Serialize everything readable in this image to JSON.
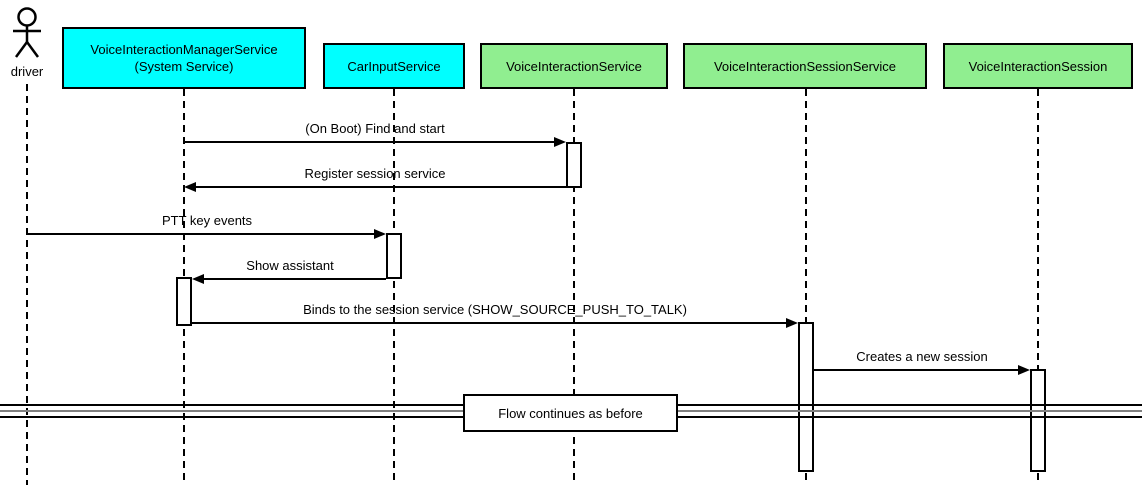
{
  "diagram": {
    "type": "uml-sequence",
    "actor": {
      "label": "driver"
    },
    "participants": [
      {
        "name": "VoiceInteractionManagerService",
        "subtitle": "(System Service)",
        "fill": "#00ffff"
      },
      {
        "name": "CarInputService",
        "fill": "#00ffff"
      },
      {
        "name": "VoiceInteractionService",
        "fill": "#90ee90"
      },
      {
        "name": "VoiceInteractionSessionService",
        "fill": "#90ee90"
      },
      {
        "name": "VoiceInteractionSession",
        "fill": "#90ee90"
      }
    ],
    "messages": [
      {
        "label": "(On Boot) Find and start",
        "from": "VoiceInteractionManagerService",
        "to": "VoiceInteractionService",
        "direction": "right"
      },
      {
        "label": "Register session service",
        "from": "VoiceInteractionService",
        "to": "VoiceInteractionManagerService",
        "direction": "left"
      },
      {
        "label": "PTT key events",
        "from": "driver",
        "to": "CarInputService",
        "direction": "right"
      },
      {
        "label": "Show assistant",
        "from": "CarInputService",
        "to": "VoiceInteractionManagerService",
        "direction": "left"
      },
      {
        "label": "Binds to the session service (SHOW_SOURCE_PUSH_TO_TALK)",
        "from": "VoiceInteractionManagerService",
        "to": "VoiceInteractionSessionService",
        "direction": "right"
      },
      {
        "label": "Creates a new session",
        "from": "VoiceInteractionSessionService",
        "to": "VoiceInteractionSession",
        "direction": "right"
      }
    ],
    "divider": {
      "label": "Flow continues as before"
    },
    "colors": {
      "participant_cyan": "#00ffff",
      "participant_green": "#90ee90",
      "line": "#000000",
      "divider_middle": "#808080",
      "background": "#ffffff"
    }
  }
}
